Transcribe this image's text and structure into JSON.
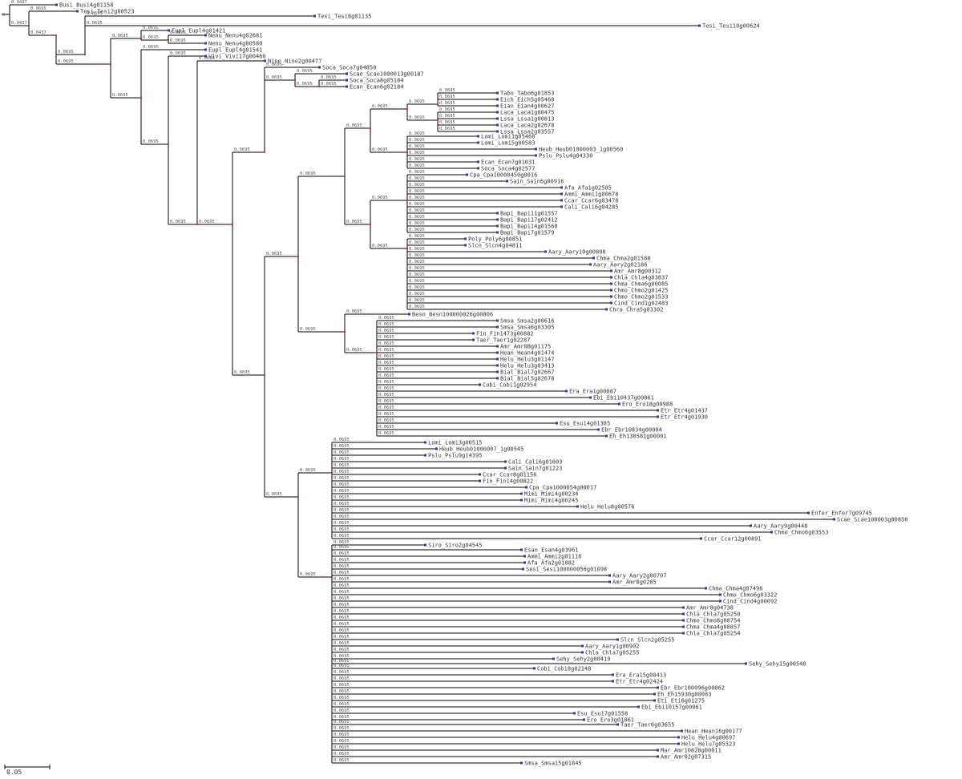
{
  "tree": {
    "root_label": "0",
    "colors": {
      "edge": "#000000",
      "leaf_mark": "#3333cc",
      "node_mark": "#cc3333",
      "label": "#333333"
    },
    "scale_bar_label": "0.05",
    "nodes": [
      [
        "n0",
        null,
        "0.0437",
        12,
        18
      ],
      [
        "L_Busi",
        "n0",
        "0.0437",
        70,
        6,
        "Busi_Busi4g01158"
      ],
      [
        "n1",
        "n0",
        "0.0437",
        36,
        32
      ],
      [
        "L_Tesi2",
        "n1",
        "0.0695",
        96,
        14,
        "Tesi_Tesi2g00523"
      ],
      [
        "n2",
        "n1",
        "0.0437",
        70,
        44
      ],
      [
        "n3",
        "n2",
        "0.0695",
        106,
        68
      ],
      [
        "L_Tesi8",
        "n3",
        "0.0695",
        392,
        20,
        "Tesi_Tesi8g01135"
      ],
      [
        "L_Tesi10",
        "n3",
        "0.0695",
        872,
        32,
        "Tesi_Tesi10g00624"
      ],
      [
        "n4",
        "n2",
        "0.0695",
        138,
        80
      ],
      [
        "n5",
        "n4",
        "0.0695",
        176,
        48
      ],
      [
        "L_Eupl",
        "n5",
        "0.0695",
        210,
        38,
        "Eupl_Eupl4g01421"
      ],
      [
        "n6",
        "n5",
        "0.0695",
        210,
        50
      ],
      [
        "L_Nenu4",
        "n6",
        "0.0695",
        256,
        44,
        "Nenu_Nenu4g02681"
      ],
      [
        "L_Nenu5",
        "n6",
        "0.0695",
        256,
        54,
        "Nenu_Nenu4g00580"
      ],
      [
        "n7",
        "n4",
        "0.0695",
        176,
        122
      ],
      [
        "L_Eupl2",
        "n7",
        "0.0695",
        256,
        62,
        "Eupl_Eupl4g01541"
      ],
      [
        "n8",
        "n7",
        "0.0695",
        210,
        180
      ],
      [
        "L_Vivi",
        "n8",
        "0.0695",
        256,
        70,
        "Vivi_Vivi17g00460"
      ],
      [
        "n9",
        "n8",
        "0.0695",
        246,
        280
      ],
      [
        "L_Nine",
        "n9",
        "0.0695",
        330,
        76,
        "Nine_Nine2g00477"
      ],
      [
        "n10",
        "n9",
        "0.0695",
        290,
        280
      ],
      [
        "n11",
        "n10",
        "0.0695",
        330,
        190
      ],
      [
        "L_Soca7",
        "n11",
        "0.0695",
        398,
        84,
        "Soca_Soca7g04850"
      ],
      [
        "n12",
        "n11",
        "0.0695",
        368,
        100
      ],
      [
        "L_Scae",
        "n12",
        "0.0695",
        432,
        92,
        "Scae_Scae1000013g00187"
      ],
      [
        "n13",
        "n12",
        "0.0695",
        398,
        108
      ],
      [
        "L_Soca8",
        "n13",
        "0.0695",
        432,
        100,
        "Soca_Soca8g05184"
      ],
      [
        "L_Ecan",
        "n13",
        "0.0695",
        432,
        108,
        "Ecan_Ecan6g02184"
      ],
      [
        "n14",
        "n10",
        "0.0695",
        330,
        468
      ],
      [
        "n15",
        "n14",
        "0.0695",
        372,
        320
      ],
      [
        "n16",
        "n15",
        "0.0695",
        430,
        220
      ],
      [
        "n17",
        "n16",
        "0.0695",
        462,
        160
      ],
      [
        "n18",
        "n17",
        "0.0695",
        508,
        136
      ],
      [
        "n19",
        "n18",
        "0.0695",
        546,
        130
      ],
      [
        "L_Tabo",
        "n19",
        "0.0695",
        620,
        116,
        "Tabo_Tabo6g01853"
      ],
      [
        "L_Eich",
        "n19",
        "0.0695",
        620,
        124,
        "Eich_Eich5g05460"
      ],
      [
        "L_Eian",
        "n19",
        "0.0695",
        620,
        132,
        "Eian_Eian4g00627"
      ],
      [
        "n20",
        "n18",
        "0.0695",
        546,
        150
      ],
      [
        "L_Laca",
        "n20",
        "0.0695",
        620,
        140,
        "Laca_Laca1g00475"
      ],
      [
        "L_Lssa",
        "n20",
        "0.0695",
        620,
        148,
        "Lssa_Lssa1g00813"
      ],
      [
        "L_Laca2",
        "n20",
        "0.0695",
        620,
        156,
        "Laca_Laca2g02678"
      ],
      [
        "L_Lssa2",
        "n20",
        "0.0695",
        620,
        164,
        "Lssa_Lssa2g03557"
      ],
      [
        "n21",
        "n17",
        "0.0695",
        508,
        190
      ],
      [
        "L_Lomi",
        "n21",
        "0.0695",
        596,
        170,
        "Lomi_Lomi1g05468"
      ],
      [
        "L_Lomi2",
        "n21",
        "0.0695",
        596,
        178,
        "Lomi_Lomi5g00583"
      ],
      [
        "L_Heub",
        "n21",
        "0.0695",
        668,
        186,
        "Heub_Heub01000003_1g00560"
      ],
      [
        "L_Pslu",
        "n21",
        "0.0695",
        668,
        194,
        "Pslu_Pslu4g04330"
      ],
      [
        "L_Ecan2",
        "n21",
        "0.0695",
        596,
        202,
        "Ecan_Ecan7g01031"
      ],
      [
        "L_Soca2",
        "n21",
        "0.0695",
        596,
        210,
        "Soca_Soca4g02577"
      ],
      [
        "n22",
        "n16",
        "0.0695",
        462,
        280
      ],
      [
        "n23",
        "n22",
        "0.0695",
        508,
        250
      ],
      [
        "L_Cpa",
        "n23",
        "0.0695",
        582,
        218,
        "Cpa_Cpa10000450g0016"
      ],
      [
        "L_Sain",
        "n23",
        "0.0695",
        632,
        226,
        "Sain_Sain6g00916"
      ],
      [
        "L_Afa",
        "n23",
        "0.0695",
        700,
        234,
        "Afa_Afa1g02585"
      ],
      [
        "L_Ammi",
        "n23",
        "0.0695",
        700,
        242,
        "Ammi_Ammi1g00678"
      ],
      [
        "L_Ccar",
        "n23",
        "0.0695",
        700,
        250,
        "Ccar_Ccar6g03478"
      ],
      [
        "L_Cali",
        "n23",
        "0.0695",
        700,
        258,
        "Cali_Cali6g04285"
      ],
      [
        "L_Bapi",
        "n23",
        "0.0695",
        620,
        266,
        "Bapi_Bapi11g01557"
      ],
      [
        "L_Bapi2",
        "n23",
        "0.0695",
        620,
        274,
        "Bapi_Bapi17g02412"
      ],
      [
        "L_Bapi3",
        "n23",
        "0.0695",
        620,
        282,
        "Bapi_Bapi14g01568"
      ],
      [
        "L_Bapi4",
        "n23",
        "0.0695",
        620,
        290,
        "Bapi_Bapi7g01579"
      ],
      [
        "n24",
        "n22",
        "0.0695",
        508,
        310
      ],
      [
        "L_Poly",
        "n24",
        "0.0695",
        580,
        298,
        "Poly_Poly6g00851"
      ],
      [
        "L_Slcn",
        "n24",
        "0.0695",
        580,
        306,
        "Slcn_Slcn4g04811"
      ],
      [
        "L_Aary",
        "n24",
        "0.0695",
        680,
        314,
        "Aary_Aary10g00808"
      ],
      [
        "L_Chma2",
        "n24",
        "0.0695",
        740,
        322,
        "Chma_Chma2g01588"
      ],
      [
        "L_Aary2",
        "n24",
        "0.0695",
        736,
        330,
        "Aary_Aary2g02186"
      ],
      [
        "L_Amr",
        "n24",
        "0.0695",
        762,
        338,
        "Amr_Amr8g00312"
      ],
      [
        "L_Chla",
        "n24",
        "0.0695",
        762,
        346,
        "Chla_Chla4g03837"
      ],
      [
        "L_Chma",
        "n24",
        "0.0695",
        762,
        354,
        "Chma_Chma6g00085"
      ],
      [
        "L_Chmo",
        "n24",
        "0.0695",
        762,
        362,
        "Chmo_Chmo2g01425"
      ],
      [
        "L_Chmo2",
        "n24",
        "0.0695",
        762,
        370,
        "Chmo_Chmo2g01533"
      ],
      [
        "L_Cind",
        "n24",
        "0.0695",
        762,
        378,
        "Cind_Cind1g02483"
      ],
      [
        "L_Chra",
        "n24",
        "0.0695",
        756,
        386,
        "Chra_Chra5g03302"
      ],
      [
        "n25",
        "n15",
        "0.0695",
        430,
        414
      ],
      [
        "L_Besn",
        "n25",
        "0.0695",
        510,
        392,
        "Besn_Besn100000026g00806"
      ],
      [
        "n26",
        "n25",
        "0.0695",
        470,
        440
      ],
      [
        "L_Smsa",
        "n26",
        "0.0695",
        620,
        400,
        "Smsa_Smsa2g00616"
      ],
      [
        "L_Smsa2",
        "n26",
        "0.0695",
        620,
        408,
        "Smsa_Smsa6g03305"
      ],
      [
        "L_Fin",
        "n26",
        "0.0695",
        590,
        416,
        "Fin_Fin1473g00882"
      ],
      [
        "L_Taer",
        "n26",
        "0.0695",
        590,
        424,
        "Taer_Taer1g02287"
      ],
      [
        "L_Amr2",
        "n26",
        "0.0695",
        620,
        432,
        "Amr_Amr0Bg01175"
      ],
      [
        "L_Hean",
        "n26",
        "0.0695",
        620,
        440,
        "Hean_Hean4g01474"
      ],
      [
        "L_Helu",
        "n26",
        "0.0695",
        620,
        448,
        "Helu_Helu3g01147"
      ],
      [
        "L_Helu2",
        "n26",
        "0.0695",
        620,
        456,
        "Helu_Helu3g03413"
      ],
      [
        "L_Bial",
        "n26",
        "0.0695",
        620,
        464,
        "Bial_Bial7g02667"
      ],
      [
        "L_Bial2",
        "n26",
        "0.0695",
        620,
        472,
        "Bial_Bial5g02678"
      ],
      [
        "L_Cobi",
        "n26",
        "0.0695",
        598,
        480,
        "Cobi_Cobi1g02954"
      ],
      [
        "L_Era",
        "n26",
        "0.0695",
        706,
        488,
        "Era_Era1g00087"
      ],
      [
        "L_Ebi",
        "n26",
        "0.0695",
        736,
        496,
        "Ebi_Ebi10437g00061"
      ],
      [
        "L_Ero",
        "n26",
        "0.0695",
        772,
        504,
        "Ero_Ero18g00988"
      ],
      [
        "L_Etr",
        "n26",
        "0.0695",
        820,
        512,
        "Etr_Etr4g01437"
      ],
      [
        "L_Etr2",
        "n26",
        "0.0695",
        820,
        520,
        "Etr_Etr4g01930"
      ],
      [
        "L_Esu",
        "n26",
        "0.0695",
        694,
        528,
        "Esu_Esu14g01385"
      ],
      [
        "L_Ebr",
        "n26",
        "0.0695",
        746,
        536,
        "Ebr_Ebr10834g00004"
      ],
      [
        "L_Eh",
        "n26",
        "0.0695",
        756,
        544,
        "Eh_Eh138581g00001"
      ],
      [
        "n27",
        "n14",
        "0.0695",
        372,
        620
      ],
      [
        "n28",
        "n27",
        "0.0695",
        414,
        590
      ],
      [
        "L_Lomi3",
        "n28",
        "0.0695",
        530,
        552,
        "Lomi_Lomi3g00515"
      ],
      [
        "L_Heub2",
        "n28",
        "0.0695",
        544,
        560,
        "Heub_Heub01000007_1g00545"
      ],
      [
        "L_Pslu2",
        "n28",
        "0.0695",
        530,
        568,
        "Pslu_Pslu9g14395"
      ],
      [
        "L_Cali2",
        "n28",
        "0.0695",
        630,
        576,
        "Cali_Cali6g01603"
      ],
      [
        "L_Sain2",
        "n28",
        "0.0695",
        630,
        584,
        "Sain_Sain7g01223"
      ],
      [
        "L_Ccar2",
        "n28",
        "0.0695",
        598,
        592,
        "Ccar_Ccar8g01156"
      ],
      [
        "L_Fin2",
        "n28",
        "0.0695",
        598,
        600,
        "Fin_Fin14g00822"
      ],
      [
        "L_Cpa2",
        "n28",
        "0.0695",
        656,
        608,
        "Cpa_Cpa1000054g00017"
      ],
      [
        "L_Mimi",
        "n28",
        "0.0695",
        650,
        616,
        "Mimi_Mimi4g00234"
      ],
      [
        "L_Mimi2",
        "n28",
        "0.0695",
        650,
        624,
        "Mimi_Mimi4g00245"
      ],
      [
        "L_Helu3",
        "n28",
        "0.0695",
        720,
        632,
        "Helu_Helu8g00576"
      ],
      [
        "L_Enfer",
        "n28",
        "0.0695",
        1008,
        640,
        "Enfer_Enfer7g09745"
      ],
      [
        "L_Scae2",
        "n28",
        "0.0695",
        1040,
        648,
        "Scae_Scae100003g00850"
      ],
      [
        "L_Aary3",
        "n28",
        "0.0695",
        936,
        656,
        "Aary_Aary9g00448"
      ],
      [
        "L_Chmo3",
        "n28",
        "0.0695",
        962,
        664,
        "Chmo_Chmo6g03553"
      ],
      [
        "L_Ccar3",
        "n28",
        "0.0695",
        874,
        672,
        "Ccar_Ccar12g00891"
      ],
      [
        "n29",
        "n27",
        "0.0695",
        414,
        720
      ],
      [
        "L_Siro",
        "n29",
        "0.0695",
        530,
        680,
        "Siro_Siro2g04545"
      ],
      [
        "L_Esan",
        "n29",
        "0.0695",
        650,
        686,
        "Esan_Esan4g03961"
      ],
      [
        "L_Ammi2",
        "n29",
        "0.0695",
        654,
        694,
        "Ammi_Ammi2g01116"
      ],
      [
        "L_Afa2",
        "n29",
        "0.0695",
        654,
        702,
        "Afa_Afa2g01882"
      ],
      [
        "L_Sesi",
        "n29",
        "0.0695",
        652,
        710,
        "Sesi_Sesi100000056g01098"
      ],
      [
        "L_Aary4",
        "n29",
        "0.0695",
        760,
        718,
        "Aary_Aary2g00707"
      ],
      [
        "L_Amr3",
        "n29",
        "0.0695",
        760,
        726,
        "Amr_Amr8g0285"
      ],
      [
        "L_Chma3",
        "n29",
        "0.0695",
        880,
        734,
        "Chma_Chma4g07496"
      ],
      [
        "L_Chmo4",
        "n29",
        "0.0695",
        898,
        742,
        "Chmo_Chmo6g03322"
      ],
      [
        "L_Cind2",
        "n29",
        "0.0695",
        898,
        750,
        "Cind_Cind4g00092"
      ],
      [
        "L_Amr4",
        "n29",
        "0.0695",
        852,
        758,
        "Amr_Amr8g04738"
      ],
      [
        "L_Chla2",
        "n29",
        "0.0695",
        852,
        766,
        "Chla_Chla7g05250"
      ],
      [
        "L_Chmo5",
        "n29",
        "0.0695",
        852,
        774,
        "Chmo_Chmo8g08754"
      ],
      [
        "L_Chma4",
        "n29",
        "0.0695",
        852,
        782,
        "Chma_Chma4g08857"
      ],
      [
        "L_Chla3",
        "n29",
        "0.0695",
        852,
        790,
        "Chla_Chla7g05254"
      ],
      [
        "L_Slcn2",
        "n29",
        "0.0695",
        770,
        798,
        "Slcn_Slcn2g05255"
      ],
      [
        "L_Aary5",
        "n29",
        "0.0695",
        726,
        806,
        "Aary_Aary1g00902"
      ],
      [
        "L_Chla4",
        "n29",
        "0.0695",
        726,
        814,
        "Chla_Chla7g05255"
      ],
      [
        "L_Sehy",
        "n29",
        "0.0695",
        690,
        822,
        "Sehy_Sehy2g00419"
      ],
      [
        "L_Sehy2",
        "n29",
        "0.0695",
        930,
        828,
        "Sehy_Sehy15g00548"
      ],
      [
        "L_Cobi2",
        "n29",
        "0.0695",
        666,
        834,
        "Cobi_Cobi8g02148"
      ],
      [
        "L_Era2",
        "n29",
        "0.0695",
        764,
        842,
        "Era_Era15g00413"
      ],
      [
        "L_Etr3",
        "n29",
        "0.0695",
        764,
        850,
        "Etr_Etr4g02424"
      ],
      [
        "L_Ebr2",
        "n29",
        "0.0695",
        820,
        858,
        "Ebr_Ebr100096g00062"
      ],
      [
        "L_Eh2",
        "n29",
        "0.0695",
        816,
        866,
        "Eh_Eh15930g00083"
      ],
      [
        "L_Eti",
        "n29",
        "0.0695",
        816,
        874,
        "Eti_Eti6g01275"
      ],
      [
        "L_Ebi2",
        "n29",
        "0.0695",
        796,
        882,
        "Ebi_Ebi10157g00061"
      ],
      [
        "L_Esu2",
        "n29",
        "0.0695",
        716,
        890,
        "Esu_Esu17g01558"
      ],
      [
        "L_Ero2",
        "n29",
        "0.0695",
        728,
        898,
        "Ero_Ero3g01061"
      ],
      [
        "L_Taer2",
        "n29",
        "0.0695",
        770,
        904,
        "Taer_Taer6g03655"
      ],
      [
        "L_Hean2",
        "n29",
        "0.0695",
        850,
        912,
        "Hean_Hean16g00177"
      ],
      [
        "L_Helu4",
        "n29",
        "0.0695",
        846,
        920,
        "Helu_Helu4g00697"
      ],
      [
        "L_Helu5",
        "n29",
        "0.0695",
        846,
        928,
        "Helu_Helu7g05523"
      ],
      [
        "L_Mar",
        "n29",
        "0.0695",
        820,
        936,
        "Mar_Amr10828g00011"
      ],
      [
        "L_Amr5",
        "n29",
        "0.0695",
        820,
        944,
        "Amr_Amr02g07315"
      ],
      [
        "L_Smsa3",
        "n29",
        "0.0695",
        650,
        952,
        "Smsa_Smsa15g01845"
      ]
    ]
  }
}
